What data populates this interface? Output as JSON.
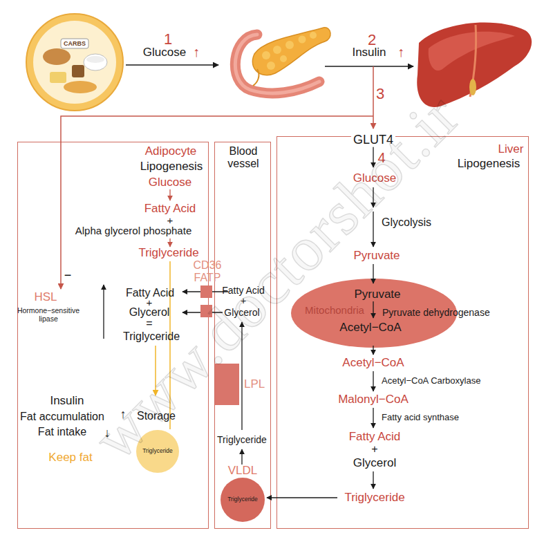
{
  "diagram": {
    "nodes": [
      {
        "text": [
          "CARBS"
        ]
      },
      {
        "text": [
          "Adipocyte",
          "Lipogenesis"
        ]
      },
      {
        "text": [
          "Triglyceride"
        ],
        "in": 1
      },
      {
        "text": [
          "Blood vessel"
        ]
      },
      {
        "text": [
          "LPL"
        ],
        "in": 3
      },
      {
        "text": [
          "VLDL",
          "Triglyceride"
        ],
        "in": 3
      },
      {
        "text": [
          "Liver",
          "Lipogenesis"
        ]
      },
      {
        "text": [
          "Pyruvate",
          "Mitochondria",
          "Pyruvate dehydrogenase",
          "Acetyl−CoA"
        ],
        "in": 6
      }
    ],
    "labels": [
      "1",
      "Glucose",
      "↑",
      "2",
      "Insulin",
      "↑",
      "3",
      "GLUT4",
      "4",
      "Glucose",
      "Fatty Acid",
      "+",
      "Alpha glycerol phosphate",
      "Triglyceride",
      "CD36",
      "FATP",
      "HSL",
      "Hormone−sensitive lipase",
      "−",
      "Fatty Acid",
      "+",
      "Glycerol",
      "=",
      "Triglyceride",
      "Insulin",
      "Fat accumulation",
      "↑",
      "Storage",
      "Fat intake",
      "↓",
      "Keep fat",
      "Fatty Acid",
      "+",
      "Glycerol",
      "Triglyceride",
      "Glucose",
      "Glycolysis",
      "Pyruvate",
      "Acetyl−CoA",
      "Acetyl−CoA Carboxylase",
      "Malonyl−CoA",
      "Fatty acid synthase",
      "Fatty Acid",
      "+",
      "Glycerol",
      "Triglyceride",
      "www.doctorshot.ir"
    ]
  }
}
